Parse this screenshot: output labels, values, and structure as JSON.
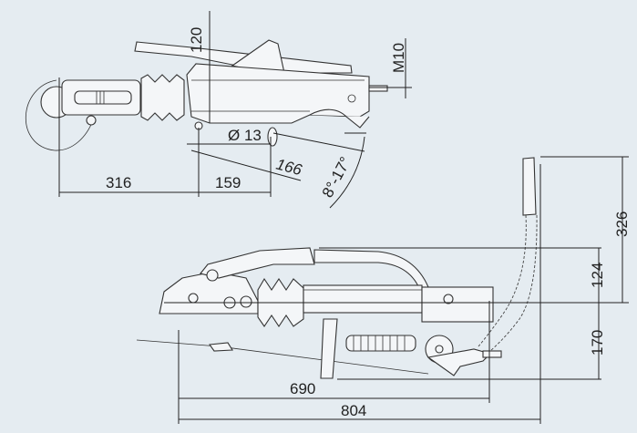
{
  "top_view": {
    "dims": {
      "height_120": "120",
      "thread_m10": "M10",
      "hole_dia": "Ø 13",
      "hole_spacing_166": "166",
      "angle_range": "8°-17°",
      "length_316": "316",
      "length_159": "159"
    }
  },
  "side_view": {
    "dims": {
      "lever_height_326": "326",
      "height_124": "124",
      "height_170": "170",
      "length_690": "690",
      "length_804": "804"
    }
  },
  "colors": {
    "background": "#e5ecf1",
    "line": "#222222"
  }
}
